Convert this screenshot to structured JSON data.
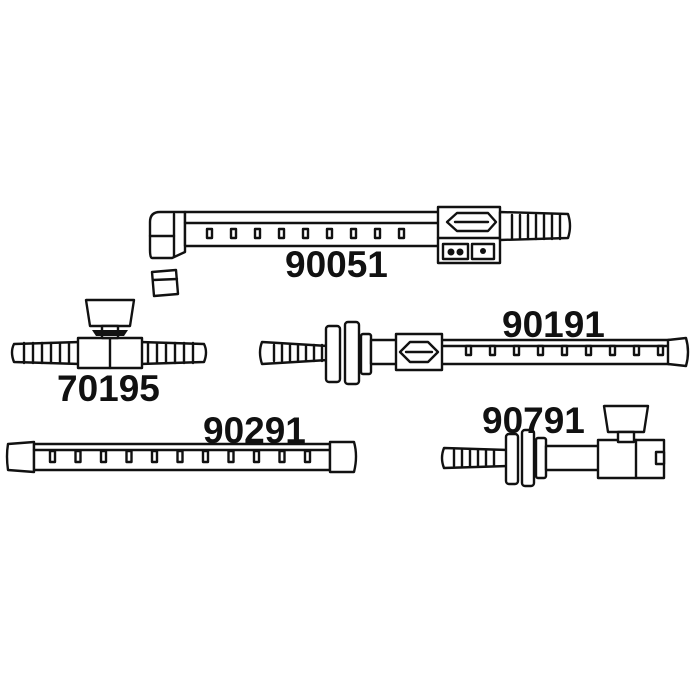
{
  "parts": [
    {
      "id": "90051",
      "label": "90051",
      "description_icon": "elbow-connector-tube-with-clip"
    },
    {
      "id": "90191",
      "label": "90191",
      "description_icon": "flanged-tube-with-clip"
    },
    {
      "id": "70195",
      "label": "70195",
      "description_icon": "inline-valve"
    },
    {
      "id": "90291",
      "label": "90291",
      "description_icon": "straight-tube"
    },
    {
      "id": "90791",
      "label": "90791",
      "description_icon": "flanged-tube-with-valve"
    }
  ],
  "colors": {
    "ink": "#111111",
    "background": "#ffffff"
  }
}
